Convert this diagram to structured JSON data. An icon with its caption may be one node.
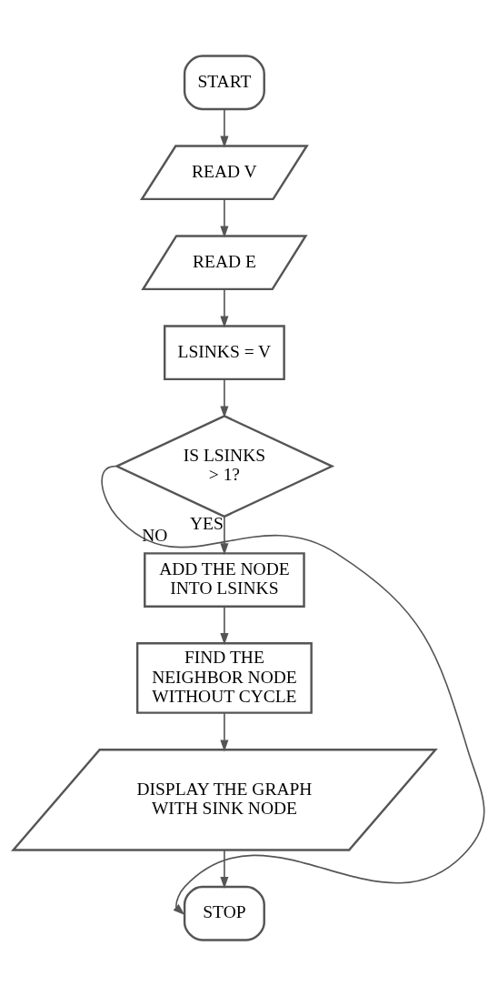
{
  "diagram": {
    "nodes": [
      {
        "text": [
          "START"
        ]
      },
      {
        "text": [
          "READ V"
        ]
      },
      {
        "text": [
          "READ E"
        ]
      },
      {
        "text": [
          "LSINKS = V"
        ]
      },
      {
        "text": [
          "IS LSINKS > 1?"
        ]
      },
      {
        "text": [
          "ADD THE NODE INTO LSINKS"
        ]
      },
      {
        "text": [
          "FIND THE NEIGHBOR NODE WITHOUT CYCLE"
        ]
      },
      {
        "text": [
          "DISPLAY THE GRAPH WITH SINK NODE"
        ]
      },
      {
        "text": [
          "STOP"
        ]
      }
    ],
    "edges": [
      {
        "from": 0,
        "to": 1,
        "arrow": "to"
      },
      {
        "from": 1,
        "to": 2,
        "arrow": "to"
      },
      {
        "from": 2,
        "to": 3,
        "arrow": "to"
      },
      {
        "from": 3,
        "to": 4,
        "arrow": "to"
      },
      {
        "from": 4,
        "to": 5,
        "arrow": "to",
        "label": "YES"
      },
      {
        "from": 5,
        "to": 6,
        "arrow": "to"
      },
      {
        "from": 6,
        "to": 7,
        "arrow": "to"
      },
      {
        "from": 7,
        "to": 8,
        "arrow": "to"
      },
      {
        "from": 4,
        "to": 8,
        "arrow": "to",
        "label": "NO"
      }
    ]
  }
}
